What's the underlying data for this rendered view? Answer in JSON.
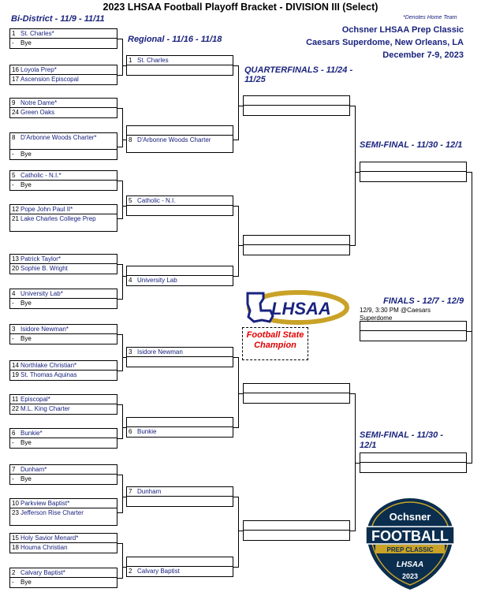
{
  "title": "2023 LHSAA Football Playoff Bracket - DIVISION III (Select)",
  "rounds": {
    "bidistrict": "Bi-District - 11/9 - 11/11",
    "regional": "Regional - 11/16 - 11/18",
    "quarterfinals": "QUARTERFINALS - 11/24 - 11/25",
    "semifinal_top": "SEMI-FINAL - 11/30 - 12/1",
    "semifinal_bottom": "SEMI-FINAL - 11/30 - 12/1",
    "finals": "FINALS - 12/7 - 12/9"
  },
  "home_note": "*Denotes Home Team",
  "classic": {
    "line1": "Ochsner LHSAA Prep Classic",
    "line2": "Caesars Superdome, New Orleans, LA",
    "line3": "December 7-9, 2023"
  },
  "finals_info": {
    "line1": "12/9, 3:30 PM @Caesars",
    "line2": "Superdome"
  },
  "champion_label": "Football State Champion",
  "logos": {
    "lhsaa": "LHSAA",
    "ochsner": "Ochsner",
    "football": "FOOTBALL",
    "prep_classic": "PREP CLASSIC",
    "year": "2023"
  },
  "bidistrict": [
    {
      "top": {
        "seed": "1",
        "team": "St. Charles*"
      },
      "bottom": {
        "seed": "-",
        "team": "Bye"
      }
    },
    {
      "top": {
        "seed": "16",
        "team": "Loyola Prep*"
      },
      "bottom": {
        "seed": "17",
        "team": "Ascension Episcopal"
      }
    },
    {
      "top": {
        "seed": "9",
        "team": "Notre Dame*"
      },
      "bottom": {
        "seed": "24",
        "team": "Green Oaks"
      }
    },
    {
      "top": {
        "seed": "8",
        "team": "D'Arbonne Woods Charter*"
      },
      "bottom": {
        "seed": "-",
        "team": "Bye"
      }
    },
    {
      "top": {
        "seed": "5",
        "team": "Catholic - N.I.*"
      },
      "bottom": {
        "seed": "-",
        "team": "Bye"
      }
    },
    {
      "top": {
        "seed": "12",
        "team": "Pope John Paul II*"
      },
      "bottom": {
        "seed": "21",
        "team": "Lake Charles College Prep"
      }
    },
    {
      "top": {
        "seed": "13",
        "team": "Patrick Taylor*"
      },
      "bottom": {
        "seed": "20",
        "team": "Sophie B. Wright"
      }
    },
    {
      "top": {
        "seed": "4",
        "team": "University Lab*"
      },
      "bottom": {
        "seed": "-",
        "team": "Bye"
      }
    },
    {
      "top": {
        "seed": "3",
        "team": "Isidore Newman*"
      },
      "bottom": {
        "seed": "-",
        "team": "Bye"
      }
    },
    {
      "top": {
        "seed": "14",
        "team": "Northlake Christian*"
      },
      "bottom": {
        "seed": "19",
        "team": "St. Thomas Aquinas"
      }
    },
    {
      "top": {
        "seed": "11",
        "team": "Episcopal*"
      },
      "bottom": {
        "seed": "22",
        "team": "M.L. King Charter"
      }
    },
    {
      "top": {
        "seed": "6",
        "team": "Bunkie*"
      },
      "bottom": {
        "seed": "-",
        "team": "Bye"
      }
    },
    {
      "top": {
        "seed": "7",
        "team": "Dunham*"
      },
      "bottom": {
        "seed": "-",
        "team": "Bye"
      }
    },
    {
      "top": {
        "seed": "10",
        "team": "Parkview Baptist*"
      },
      "bottom": {
        "seed": "23",
        "team": "Jefferson Rise Charter"
      }
    },
    {
      "top": {
        "seed": "15",
        "team": "Holy Savior Menard*"
      },
      "bottom": {
        "seed": "18",
        "team": "Houma Christian"
      }
    },
    {
      "top": {
        "seed": "2",
        "team": "Calvary Baptist*"
      },
      "bottom": {
        "seed": "-",
        "team": "Bye"
      }
    }
  ],
  "regional": [
    {
      "top": {
        "seed": "1",
        "team": "St. Charles"
      },
      "bottom": {
        "seed": "",
        "team": ""
      }
    },
    {
      "top": {
        "seed": "",
        "team": ""
      },
      "bottom": {
        "seed": "8",
        "team": "D'Arbonne Woods Charter"
      }
    },
    {
      "top": {
        "seed": "5",
        "team": "Catholic - N.I."
      },
      "bottom": {
        "seed": "",
        "team": ""
      }
    },
    {
      "top": {
        "seed": "",
        "team": ""
      },
      "bottom": {
        "seed": "4",
        "team": "University Lab"
      }
    },
    {
      "top": {
        "seed": "3",
        "team": "Isidore Newman"
      },
      "bottom": {
        "seed": "",
        "team": ""
      }
    },
    {
      "top": {
        "seed": "",
        "team": ""
      },
      "bottom": {
        "seed": "6",
        "team": "Bunkie"
      }
    },
    {
      "top": {
        "seed": "7",
        "team": "Dunham"
      },
      "bottom": {
        "seed": "",
        "team": ""
      }
    },
    {
      "top": {
        "seed": "",
        "team": ""
      },
      "bottom": {
        "seed": "2",
        "team": "Calvary Baptist"
      }
    }
  ],
  "quarterfinals": [
    {
      "top": {
        "seed": "",
        "team": ""
      },
      "bottom": {
        "seed": "",
        "team": ""
      }
    },
    {
      "top": {
        "seed": "",
        "team": ""
      },
      "bottom": {
        "seed": "",
        "team": ""
      }
    },
    {
      "top": {
        "seed": "",
        "team": ""
      },
      "bottom": {
        "seed": "",
        "team": ""
      }
    },
    {
      "top": {
        "seed": "",
        "team": ""
      },
      "bottom": {
        "seed": "",
        "team": ""
      }
    }
  ],
  "semifinals": [
    {
      "top": {
        "seed": "",
        "team": ""
      },
      "bottom": {
        "seed": "",
        "team": ""
      }
    },
    {
      "top": {
        "seed": "",
        "team": ""
      },
      "bottom": {
        "seed": "",
        "team": ""
      }
    }
  ],
  "finals": [
    {
      "top": {
        "seed": "",
        "team": ""
      },
      "bottom": {
        "seed": "",
        "team": ""
      }
    }
  ]
}
